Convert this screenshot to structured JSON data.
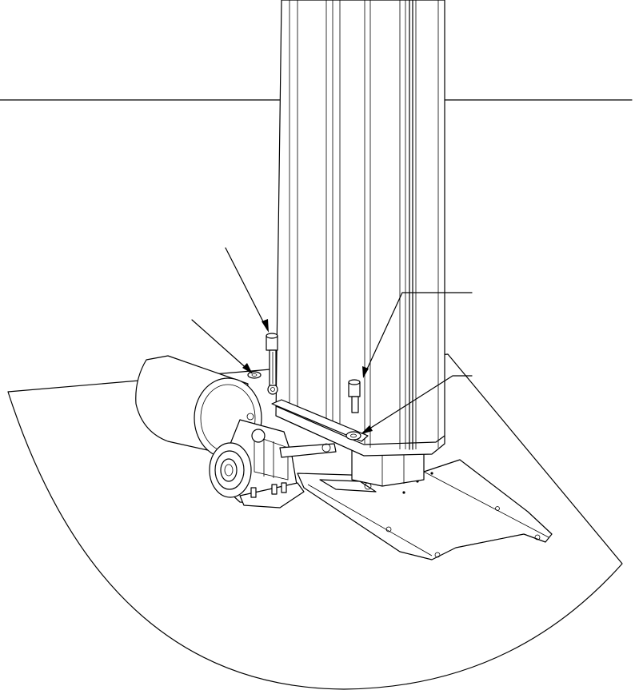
{
  "drawing": {
    "kind": "exploded-assembly-line-drawing",
    "background_color": "#ffffff",
    "line_color": "#000000",
    "callouts": [
      {
        "id": "bolt-left"
      },
      {
        "id": "washer-left"
      },
      {
        "id": "bolt-right"
      },
      {
        "id": "washer-right"
      }
    ]
  }
}
